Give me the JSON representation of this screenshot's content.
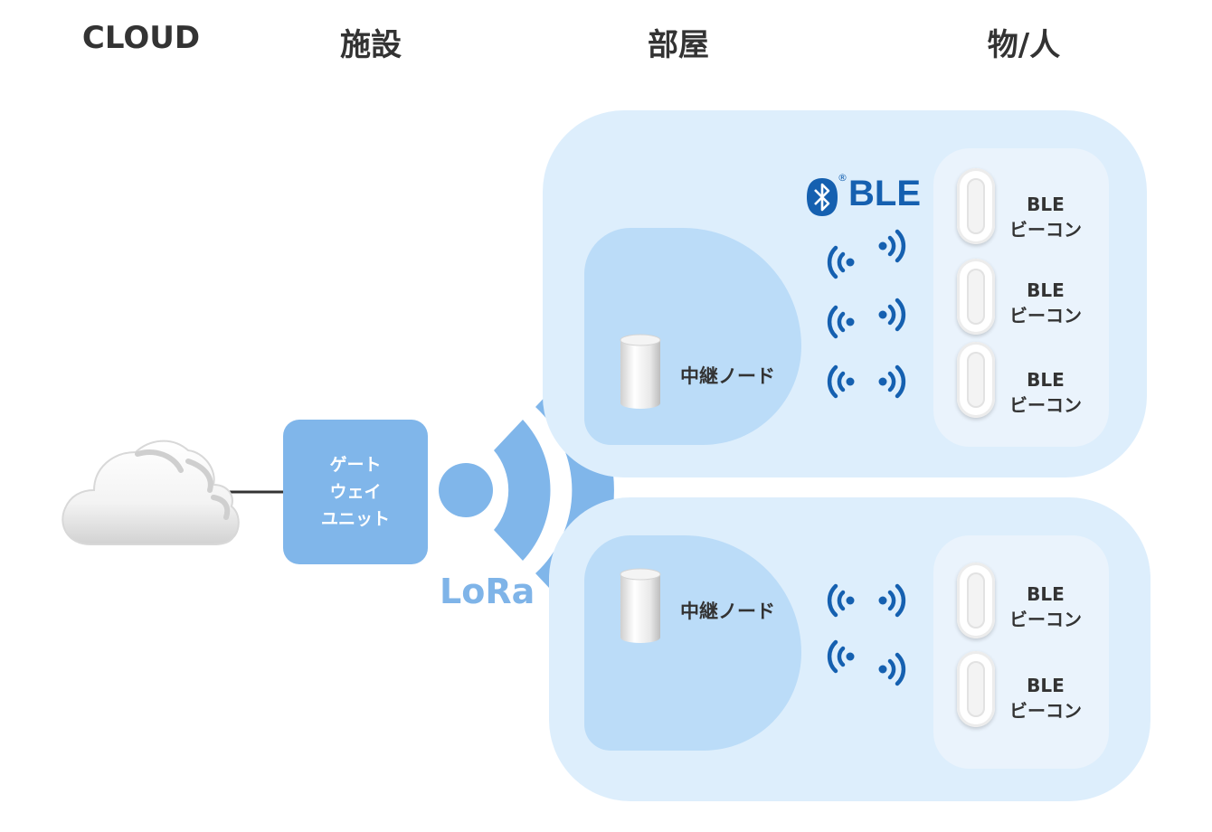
{
  "columns": {
    "cloud": "CLOUD",
    "facility": "施設",
    "room": "部屋",
    "thing": "物/人"
  },
  "gateway": {
    "label": "ゲート\nウェイ\nユニット"
  },
  "lora": {
    "label": "LoRa"
  },
  "ble_logo": {
    "label": "BLE",
    "registered": "®",
    "icon": "bluetooth-icon"
  },
  "rooms": [
    {
      "relay_node": {
        "label": "中継ノード"
      },
      "beacons": [
        {
          "line1": "BLE",
          "line2": "ビーコン"
        },
        {
          "line1": "BLE",
          "line2": "ビーコン"
        },
        {
          "line1": "BLE",
          "line2": "ビーコン"
        }
      ]
    },
    {
      "relay_node": {
        "label": "中継ノード"
      },
      "beacons": [
        {
          "line1": "BLE",
          "line2": "ビーコン"
        },
        {
          "line1": "BLE",
          "line2": "ビーコン"
        }
      ]
    }
  ],
  "colors": {
    "room_bg": "#ddeefc",
    "panel_bg": "#eaf3fc",
    "node_area": "#bbdcf8",
    "gateway": "#80b6ea",
    "lora": "#7fb4e8",
    "ble_blue": "#1560b0",
    "text": "#333333"
  }
}
